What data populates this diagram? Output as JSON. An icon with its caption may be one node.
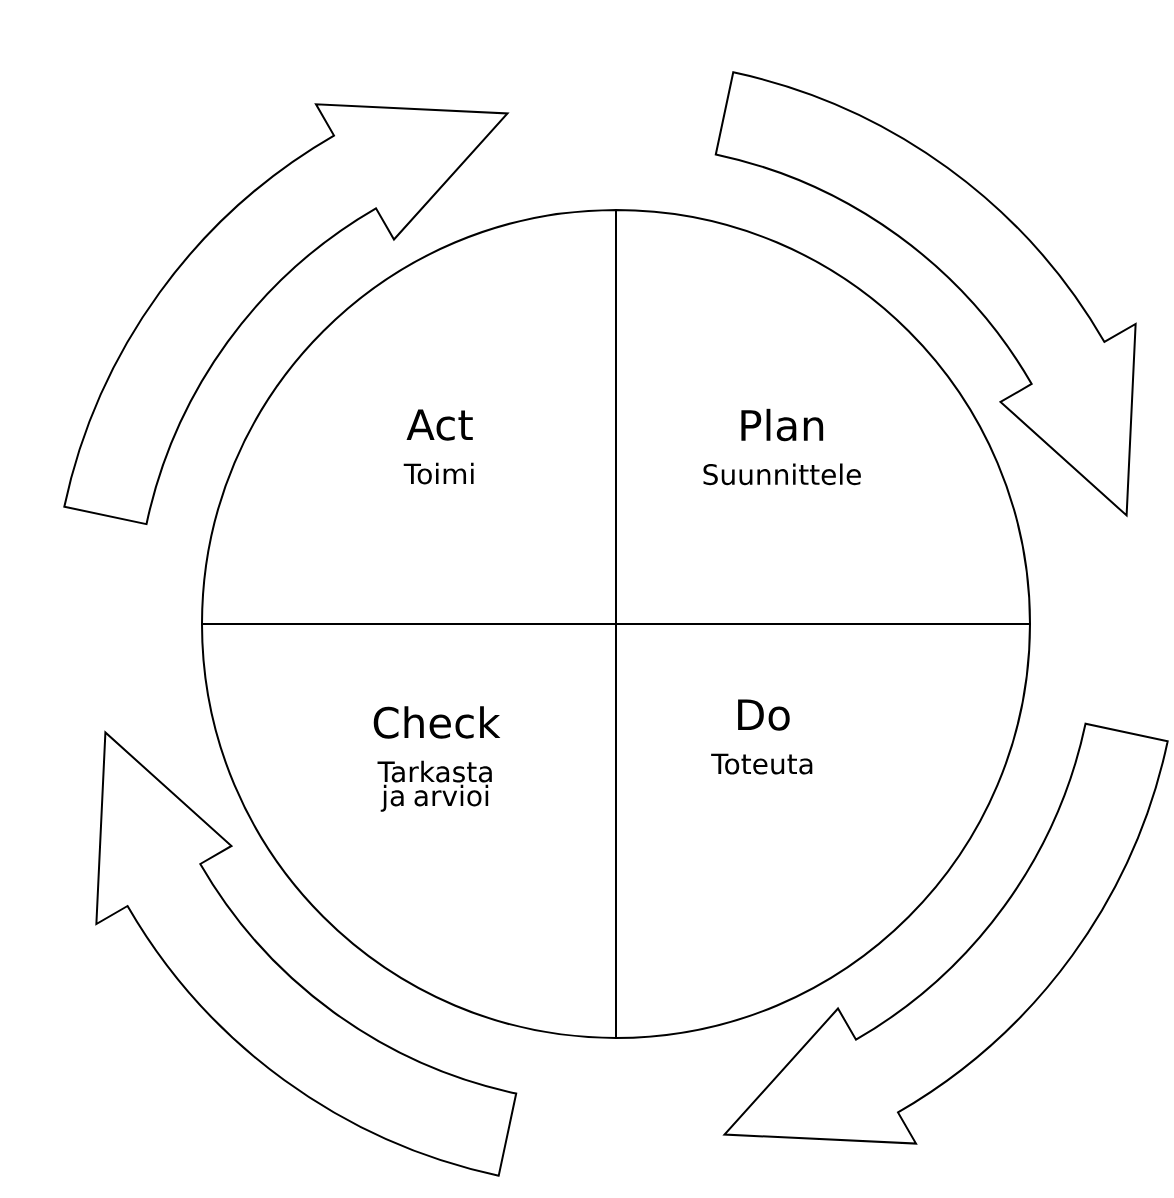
{
  "diagram": {
    "nodes": [
      {
        "text": [
          "Act",
          "Toimi"
        ]
      },
      {
        "text": [
          "Plan",
          "Suunnittele"
        ]
      },
      {
        "text": [
          "Check",
          "Tarkasta ja arvioi"
        ]
      },
      {
        "text": [
          "Do",
          "Toteuta"
        ]
      }
    ],
    "edges": [
      {
        "from": 0,
        "to": 1,
        "arrow": "to"
      },
      {
        "from": 1,
        "to": 3,
        "arrow": "to"
      },
      {
        "from": 3,
        "to": 2,
        "arrow": "to"
      },
      {
        "from": 2,
        "to": 0,
        "arrow": "to"
      }
    ]
  }
}
